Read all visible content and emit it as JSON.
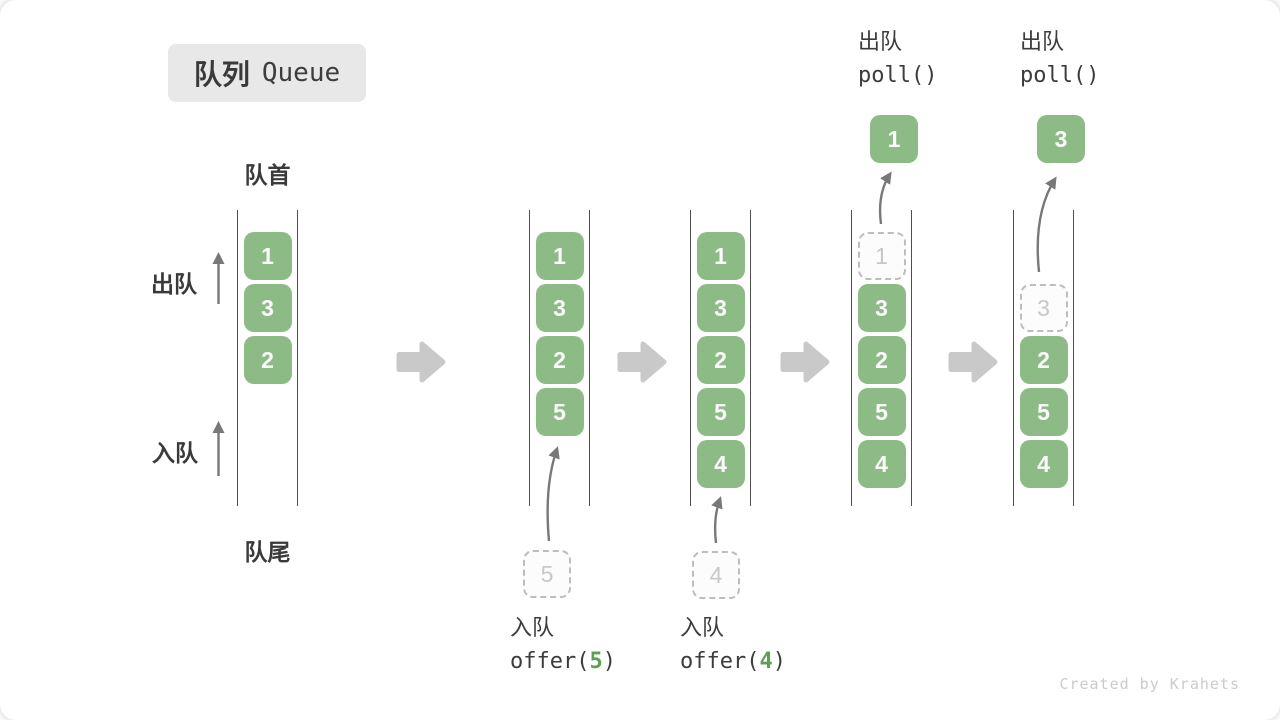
{
  "title": {
    "zh": "队列",
    "en": "Queue"
  },
  "side_labels": {
    "front": "队首",
    "rear": "队尾",
    "dequeue": "出队",
    "enqueue": "入队"
  },
  "colors": {
    "box_green": "#8dbb86",
    "code_arg_green": "#5da054",
    "title_bg": "#e8e8e8",
    "text_dark": "#3c3c3c",
    "dashed_border_gray": "#bdbdbd",
    "block_arrow_gray": "#c9c9c9",
    "thin_arrow_gray": "#787878"
  },
  "states": [
    {
      "items": [
        "1",
        "3",
        "2"
      ]
    },
    {
      "items": [
        "1",
        "3",
        "2",
        "5"
      ],
      "pending": "5"
    },
    {
      "items": [
        "1",
        "3",
        "2",
        "5",
        "4"
      ],
      "pending": "4"
    },
    {
      "removed": "1",
      "items": [
        "3",
        "2",
        "5",
        "4"
      ],
      "result": "1"
    },
    {
      "removed": "3",
      "items": [
        "2",
        "5",
        "4"
      ],
      "result": "3"
    }
  ],
  "operations": {
    "enqueue_5": {
      "label": "入队",
      "code_pre": "offer(",
      "arg": "5",
      "code_post": ")"
    },
    "enqueue_4": {
      "label": "入队",
      "code_pre": "offer(",
      "arg": "4",
      "code_post": ")"
    },
    "dequeue_1": {
      "label": "出队",
      "code": "poll()"
    },
    "dequeue_2": {
      "label": "出队",
      "code": "poll()"
    }
  },
  "watermark": "Created by Krahets"
}
